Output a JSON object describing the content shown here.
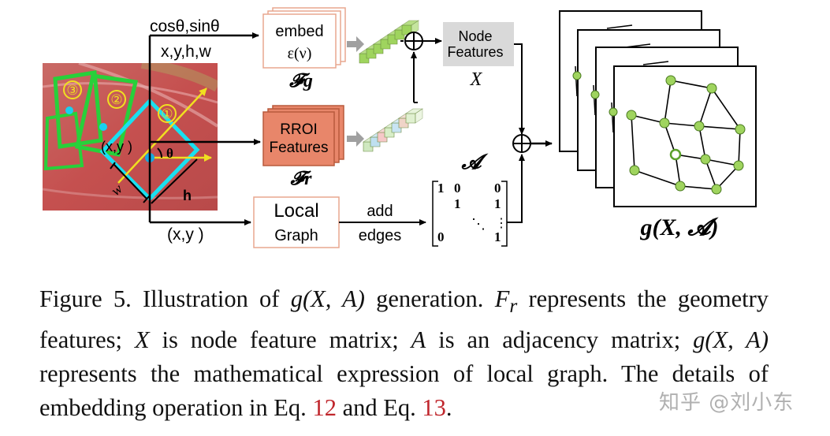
{
  "figure": {
    "input_labels": {
      "angle": "cosθ,sinθ",
      "box": "x,y,h,w",
      "point": "(x,y )"
    },
    "region_marks": [
      "③",
      "②",
      "①"
    ],
    "image_labels": {
      "point": "(x,y )",
      "theta": "θ",
      "w": "w",
      "h": "h"
    },
    "embed_box": {
      "line1": "embed",
      "line2": "ε(ν)",
      "symbol": "𝓕g"
    },
    "rroi_box": {
      "line1": "RROI",
      "line2": "Features",
      "symbol": "𝓕r"
    },
    "node_features": {
      "line1": "Node",
      "line2": "Features",
      "symbol": "X"
    },
    "adjacency": {
      "symbol": "𝓐",
      "entries": [
        "1",
        "0",
        "0",
        "1",
        "1",
        "0",
        "1"
      ],
      "dots": "⋱",
      "vdots": "⋮"
    },
    "local_graph": {
      "line1": "Local",
      "line2": "Graph"
    },
    "edge_label": {
      "line1": "add",
      "line2": "edges"
    },
    "plus": "⊕",
    "output_label": "g(X, 𝓐)",
    "colors": {
      "image_bg": "#c8595b",
      "cyan_box": "#19e0f0",
      "green_box": "#28d03a",
      "yellow": "#f0e020",
      "embed_border": "#e8a78f",
      "rroi_fill": "#e8866a",
      "rroi_border": "#b85a3c",
      "node_fill": "#d9d9d9",
      "graph_node": "#8cc63f",
      "cube_green": "#9fd45e"
    }
  },
  "caption": {
    "fig_label": "Figure 5.",
    "text1": " Illustration of ",
    "g_xa_1": "g(X, A)",
    "text2": " generation. ",
    "fr": "F",
    "fr_sub": "r",
    "text3": " represents the geometry features; ",
    "x": "X",
    "text4": " is node feature matrix; ",
    "a": "A",
    "text5": " is an adjacency matrix; ",
    "g_xa_2": "g(X, A)",
    "text6": " represents the mathematical expression of local graph. The details of embedding operation in Eq. ",
    "ref1": "12",
    "text7": " and Eq. ",
    "ref2": "13",
    "text8": "."
  },
  "watermark": "知乎 @刘小东"
}
